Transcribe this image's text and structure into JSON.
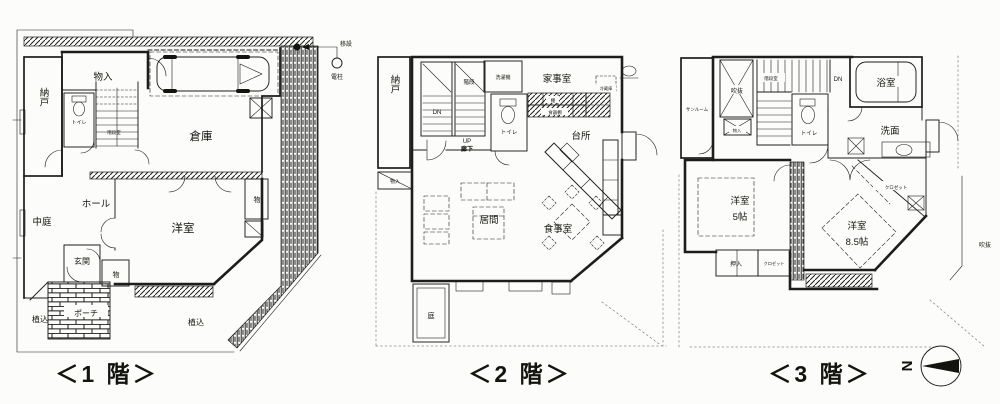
{
  "colors": {
    "paper": "#fcfcfa",
    "ink": "#1d1d1b"
  },
  "floor1": {
    "caption": "＜1 階＞",
    "labels": {
      "monoire": "物入",
      "nando": "納戸",
      "toire": "トイレ",
      "kaidanshitsu": "階段室",
      "souko": "倉庫",
      "mono_upper": "物",
      "hall": "ホール",
      "nakaniwa": "中庭",
      "youshitsu": "洋室",
      "genkan": "玄関",
      "mono_lower": "物",
      "porch": "ポーチ",
      "uekomi_left": "植込",
      "uekomi_right": "植込"
    },
    "annotations": {
      "isetsu": "移設",
      "denchu": "電柱"
    }
  },
  "floor2": {
    "caption": "＜2 階＞",
    "labels": {
      "nando": "納戸",
      "monoire": "物入",
      "kaidan": "階段",
      "dn": "DN",
      "up": "UP",
      "rouka": "廊下",
      "toire": "トイレ",
      "sentakuki": "洗濯機",
      "kajishitsu": "家事室",
      "tana": "棚",
      "shokkidana": "食器棚",
      "reizouko": "冷蔵庫",
      "daidokoro": "台所",
      "ima": "居間",
      "shokujishitsu": "食事室",
      "niwa": "庭"
    }
  },
  "floor3": {
    "caption": "＜3 階＞",
    "labels": {
      "sunroom": "サンルーム",
      "fukinuke": "吹抜",
      "kaidanshitsu": "階段室",
      "dn": "DN",
      "monoire": "物入",
      "toire": "トイレ",
      "yokushitsu": "浴室",
      "senmen": "洗面",
      "closet_right": "クロゼット",
      "youshitsu_a": "洋室",
      "jou_a": "5帖",
      "youshitsu_b": "洋室",
      "jou_b": "8.5帖",
      "oshiire": "押入",
      "closet_bottom": "クロゼット"
    },
    "annotations": {
      "fukinuke_site": "吹抜"
    }
  },
  "compass": {
    "north": "N"
  }
}
